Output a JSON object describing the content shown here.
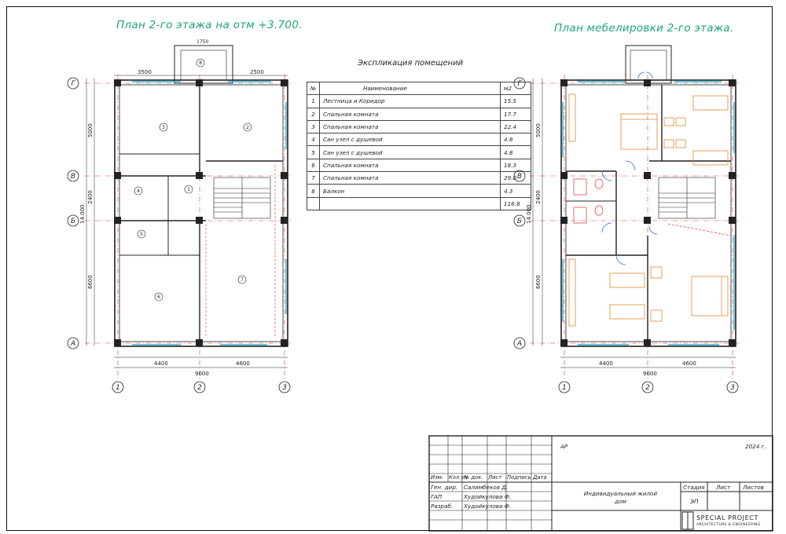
{
  "titles": {
    "plan": "План 2-го этажа на отм +3.700.",
    "furniture_plan": "План мебелировки 2-го этажа.",
    "explication": "Экспликация помещений"
  },
  "explication": {
    "headers": [
      "№",
      "Наименование",
      "м2"
    ],
    "rows": [
      [
        "1",
        "Лестница и Коридор",
        "15.5"
      ],
      [
        "2",
        "Спальная комната",
        "17.7"
      ],
      [
        "3",
        "Спальная комната",
        "22.4"
      ],
      [
        "4",
        "Сан узел с душевой",
        "4.8"
      ],
      [
        "5",
        "Сан узел с душевой",
        "4.8"
      ],
      [
        "6",
        "Спальная комната",
        "18.3"
      ],
      [
        "7",
        "Спальная комната",
        "29.0"
      ],
      [
        "8",
        "Балкон",
        "4.3"
      ],
      [
        "",
        "",
        "116.8"
      ]
    ]
  },
  "axes": {
    "rows": [
      "Г",
      "В",
      "Б",
      "А"
    ],
    "cols": [
      "1",
      "2",
      "3"
    ],
    "row_dims": [
      "5000",
      "2400",
      "6600"
    ],
    "total_height": "14.000",
    "col_dims": [
      "4400",
      "4600"
    ],
    "total_width": "9000"
  },
  "plan_dims": {
    "top_outer": [
      "3500",
      "2500"
    ],
    "balcony": [
      "1750"
    ],
    "rooms": [
      "1",
      "2",
      "3",
      "4",
      "5",
      "6",
      "7",
      "8"
    ]
  },
  "stamp": {
    "code": "АР",
    "year": "2024 г.",
    "header_cells": [
      "Изм.",
      "Кол.уч",
      "№ док.",
      "Лист",
      "Подпись",
      "Дата"
    ],
    "people": [
      {
        "role": "Ген. дир.",
        "name": "Салимбеков Д."
      },
      {
        "role": "ГАП",
        "name": "Худойкулова Ф."
      },
      {
        "role": "Разраб.",
        "name": "Худойкулова Ф."
      }
    ],
    "project_title": "Индивидуальный жилой дом",
    "stage_label": "Стадия",
    "sheet_label": "Лист",
    "sheets_label": "Листов",
    "stage_value": "ЭП",
    "company": "SPECIAL PROJECT",
    "company_sub": "ARCHITECTURE & ENGINEERING"
  },
  "colors": {
    "title_green": "#1aa57a",
    "dim_red": "#e0322f",
    "furniture_orange": "#e08a2a",
    "window_cyan": "#2bb3d6",
    "door_blue": "#2b6fd6"
  }
}
